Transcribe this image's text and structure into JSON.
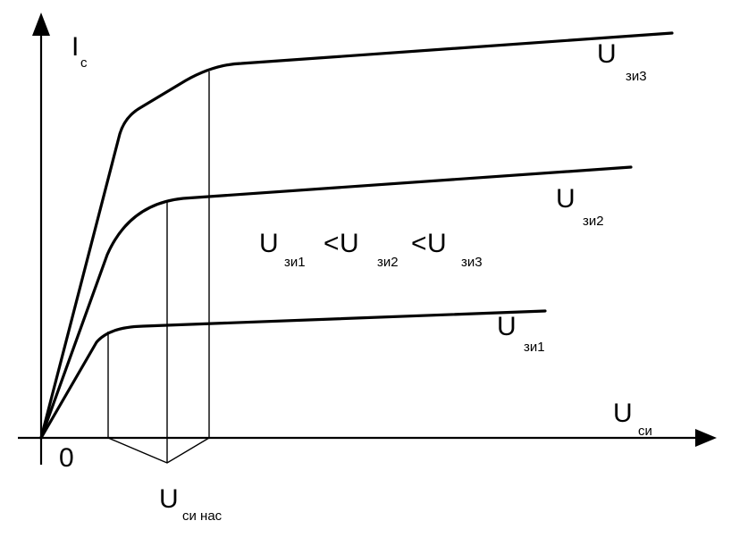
{
  "axes": {
    "y_label": "I",
    "y_label_sub": "с",
    "x_label": "U",
    "x_label_sub": "си",
    "origin_label": "0"
  },
  "curves": [
    {
      "label": "U",
      "label_sub": "зи1"
    },
    {
      "label": "U",
      "label_sub": "зи2"
    },
    {
      "label": "U",
      "label_sub": "зи3"
    }
  ],
  "relation": {
    "u1": "U",
    "u1_sub": "зи1",
    "lt1": "<",
    "u2": "U",
    "u2_sub": "зи2",
    "lt2": "<",
    "u3": "U",
    "u3_sub": "зи3"
  },
  "saturation": {
    "label": "U",
    "label_sub": "си нас"
  }
}
